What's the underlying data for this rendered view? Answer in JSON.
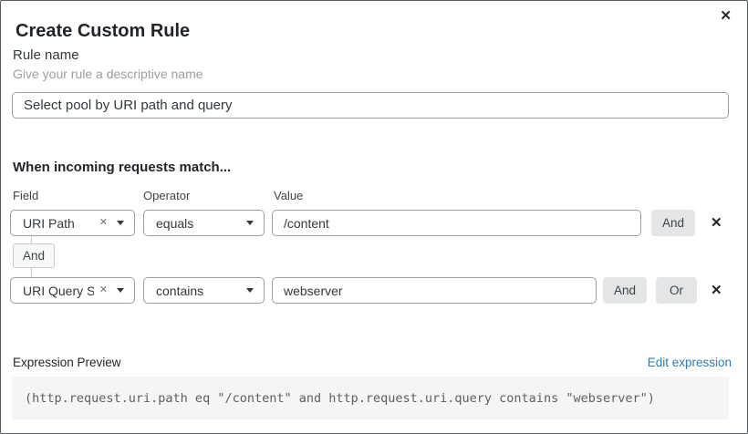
{
  "dialog": {
    "title": "Create Custom Rule"
  },
  "icons": {
    "close": "✕",
    "remove": "✕",
    "clear": "✕"
  },
  "rule_name": {
    "label": "Rule name",
    "hint": "Give your rule a descriptive name",
    "value": "Select pool by URI path and query"
  },
  "match": {
    "heading": "When incoming requests match...",
    "columns": {
      "field": "Field",
      "operator": "Operator",
      "value": "Value"
    },
    "connector": "And",
    "conditions": [
      {
        "field": "URI Path",
        "operator": "equals",
        "value": "/content",
        "and": "And"
      },
      {
        "field": "URI Query St...",
        "operator": "contains",
        "value": "webserver",
        "and": "And",
        "or": "Or"
      }
    ]
  },
  "expression": {
    "label": "Expression Preview",
    "edit_link": "Edit expression",
    "preview": "(http.request.uri.path eq \"/content\" and http.request.uri.query contains \"webserver\")"
  },
  "colors": {
    "link": "#2e7cb5",
    "button_bg": "#e4e5e7",
    "input_border": "#9a9fa4",
    "code_bg": "#f5f5f5"
  }
}
